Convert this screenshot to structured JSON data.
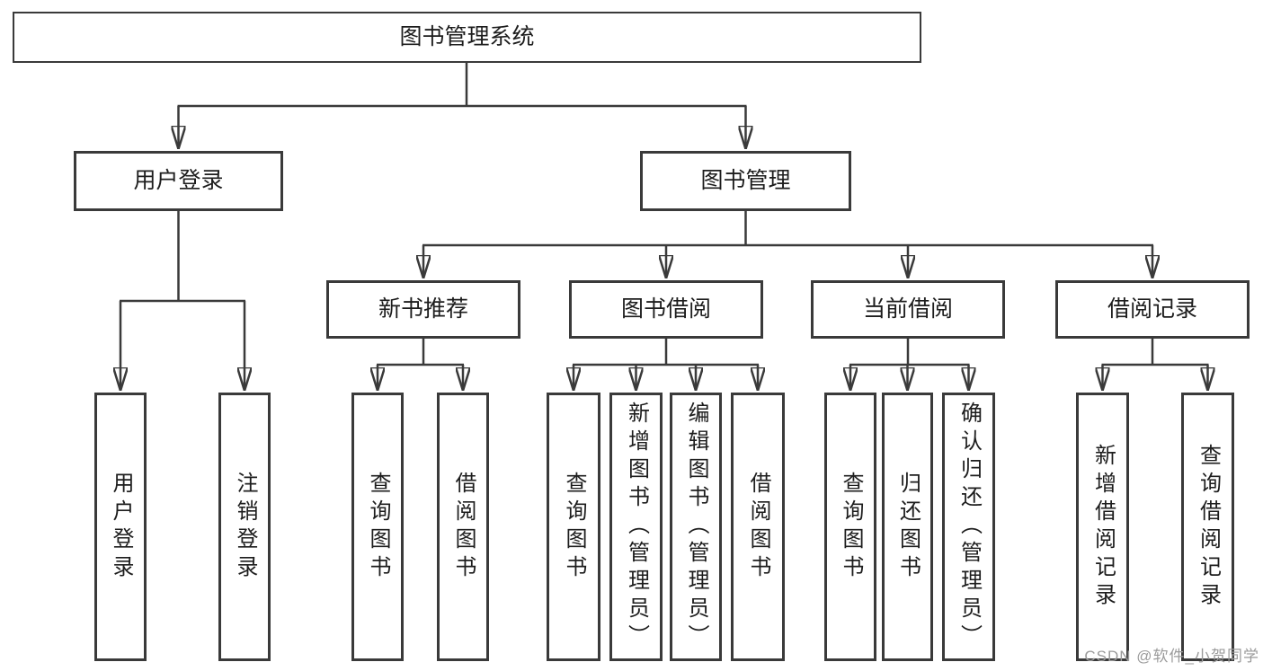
{
  "diagram_type": "hierarchy-tree",
  "colors": {
    "background": "#ffffff",
    "line": "#3a3a3a",
    "box_border": "#3a3a3a",
    "box_fill": "#ffffff",
    "text": "#1d1d1d",
    "watermark": "#9b9b9b"
  },
  "watermark": {
    "text": "CSDN @软件_小贺同学"
  },
  "tree": {
    "root": {
      "label": "图书管理系统",
      "children": [
        {
          "label": "用户登录",
          "children": [
            {
              "label": "用户登录"
            },
            {
              "label": "注销登录"
            }
          ]
        },
        {
          "label": "图书管理",
          "children": [
            {
              "label": "新书推荐",
              "children": [
                {
                  "label": "查询图书"
                },
                {
                  "label": "借阅图书"
                }
              ]
            },
            {
              "label": "图书借阅",
              "children": [
                {
                  "label": "查询图书"
                },
                {
                  "label": "新增图书（管理员）"
                },
                {
                  "label": "编辑图书（管理员）"
                },
                {
                  "label": "借阅图书"
                }
              ]
            },
            {
              "label": "当前借阅",
              "children": [
                {
                  "label": "查询图书"
                },
                {
                  "label": "归还图书"
                },
                {
                  "label": "确认归还（管理员）"
                }
              ]
            },
            {
              "label": "借阅记录",
              "children": [
                {
                  "label": "新增借阅记录"
                },
                {
                  "label": "查询借阅记录"
                }
              ]
            }
          ]
        }
      ]
    }
  }
}
